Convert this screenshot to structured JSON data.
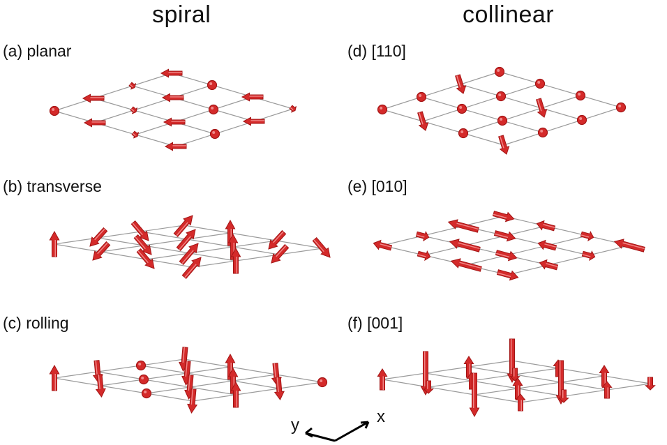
{
  "titles": {
    "left": "spiral",
    "right": "collinear"
  },
  "panels": [
    {
      "id": "a",
      "label": "(a) planar",
      "color": "#d42a2a"
    },
    {
      "id": "b",
      "label": "(b) transverse",
      "color": "#d42a2a"
    },
    {
      "id": "c",
      "label": "(c) rolling",
      "color": "#d42a2a"
    },
    {
      "id": "d",
      "label": "(d) [110]",
      "color": "#d42a2a"
    },
    {
      "id": "e",
      "label": "(e) [010]",
      "color": "#d42a2a"
    },
    {
      "id": "f",
      "label": "(f) [001]",
      "color": "#d42a2a"
    }
  ],
  "axes": {
    "y_label": "y",
    "x_label": "x"
  },
  "colors": {
    "grid": "#9a9a9a",
    "arrow": "#d42a2a",
    "arrow_dark": "#a31515",
    "arrow_light": "#f08a8a"
  }
}
